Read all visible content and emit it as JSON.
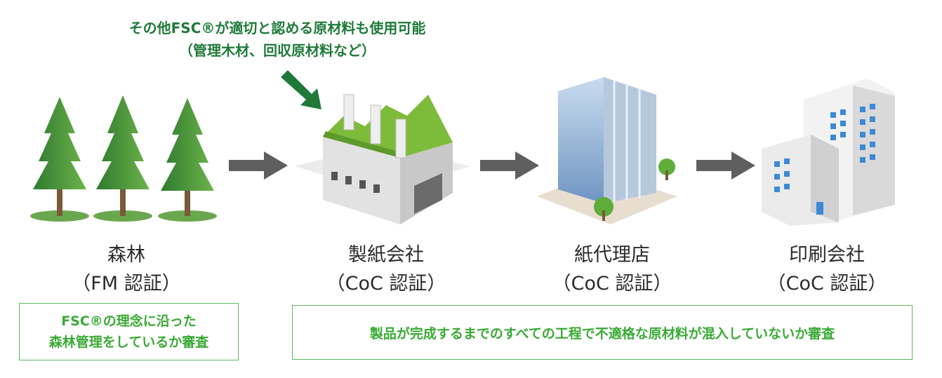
{
  "note": {
    "line1": "その他FSC®が適切と認める原材料も使用可能",
    "line2": "（管理木材、回収原材料など）"
  },
  "stages": [
    {
      "name": "森林",
      "cert": "（FM 認証）",
      "icon": "forest-trees"
    },
    {
      "name": "製紙会社",
      "cert": "（CoC 認証）",
      "icon": "factory"
    },
    {
      "name": "紙代理店",
      "cert": "（CoC 認証）",
      "icon": "office-building"
    },
    {
      "name": "印刷会社",
      "cert": "（CoC 認証）",
      "icon": "printing-building"
    }
  ],
  "boxes": {
    "forest_line1": "FSC®の理念に沿った",
    "forest_line2": "森林管理をしているか審査",
    "chain": "製品が完成するまでのすべての工程で不適格な原材料が混入していないか審査"
  },
  "colors": {
    "accent_green": "#1f7a3a",
    "box_text_green": "#3aaa35",
    "arrow_gray": "#5f5f5f"
  }
}
